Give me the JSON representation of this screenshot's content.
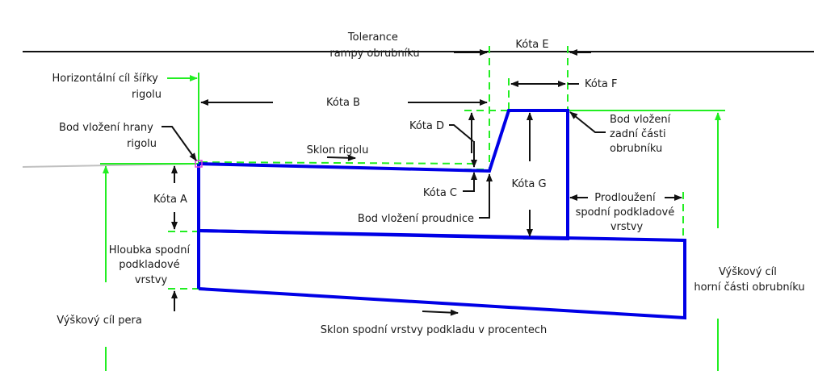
{
  "diagram": {
    "title": "Obrubník s rigolem – parametry",
    "colors": {
      "subassembly": "#0000e6",
      "target": "#22ee22",
      "annotation": "#111111",
      "insertion_point": "#e040e0",
      "ground": "#c0c0c0"
    },
    "labels": {
      "horizontal_target": [
        "Horizontální cíl šířky",
        "rigolu"
      ],
      "gutter_edge_insertion": [
        "Bod vložení hrany",
        "rigolu"
      ],
      "curb_ramp_tolerance": [
        "Tolerance",
        "rampy obrubníku"
      ],
      "dim_a": "Kóta A",
      "dim_b": "Kóta B",
      "dim_c": "Kóta C",
      "dim_d": "Kóta D",
      "dim_e": "Kóta E",
      "dim_f": "Kóta F",
      "dim_g": "Kóta G",
      "gutter_slope": "Sklon rigolu",
      "flowline_insertion": "Bod vložení proudnice",
      "back_of_curb_insertion": [
        "Bod vložení",
        "zadní části",
        "obrubníku"
      ],
      "subbase_extension": [
        "Prodloužení",
        "spodní podkladové",
        "vrstvy"
      ],
      "subbase_depth": [
        "Hloubka spodní",
        "podkladové",
        "vrstvy"
      ],
      "pen_elevation_target": "Výškový cíl pera",
      "subbase_slope_percent": "Sklon spodní vrstvy podkladu v procentech",
      "top_of_curb_elevation_target": [
        "Výškový cíl",
        "horní části obrubníku"
      ]
    }
  }
}
